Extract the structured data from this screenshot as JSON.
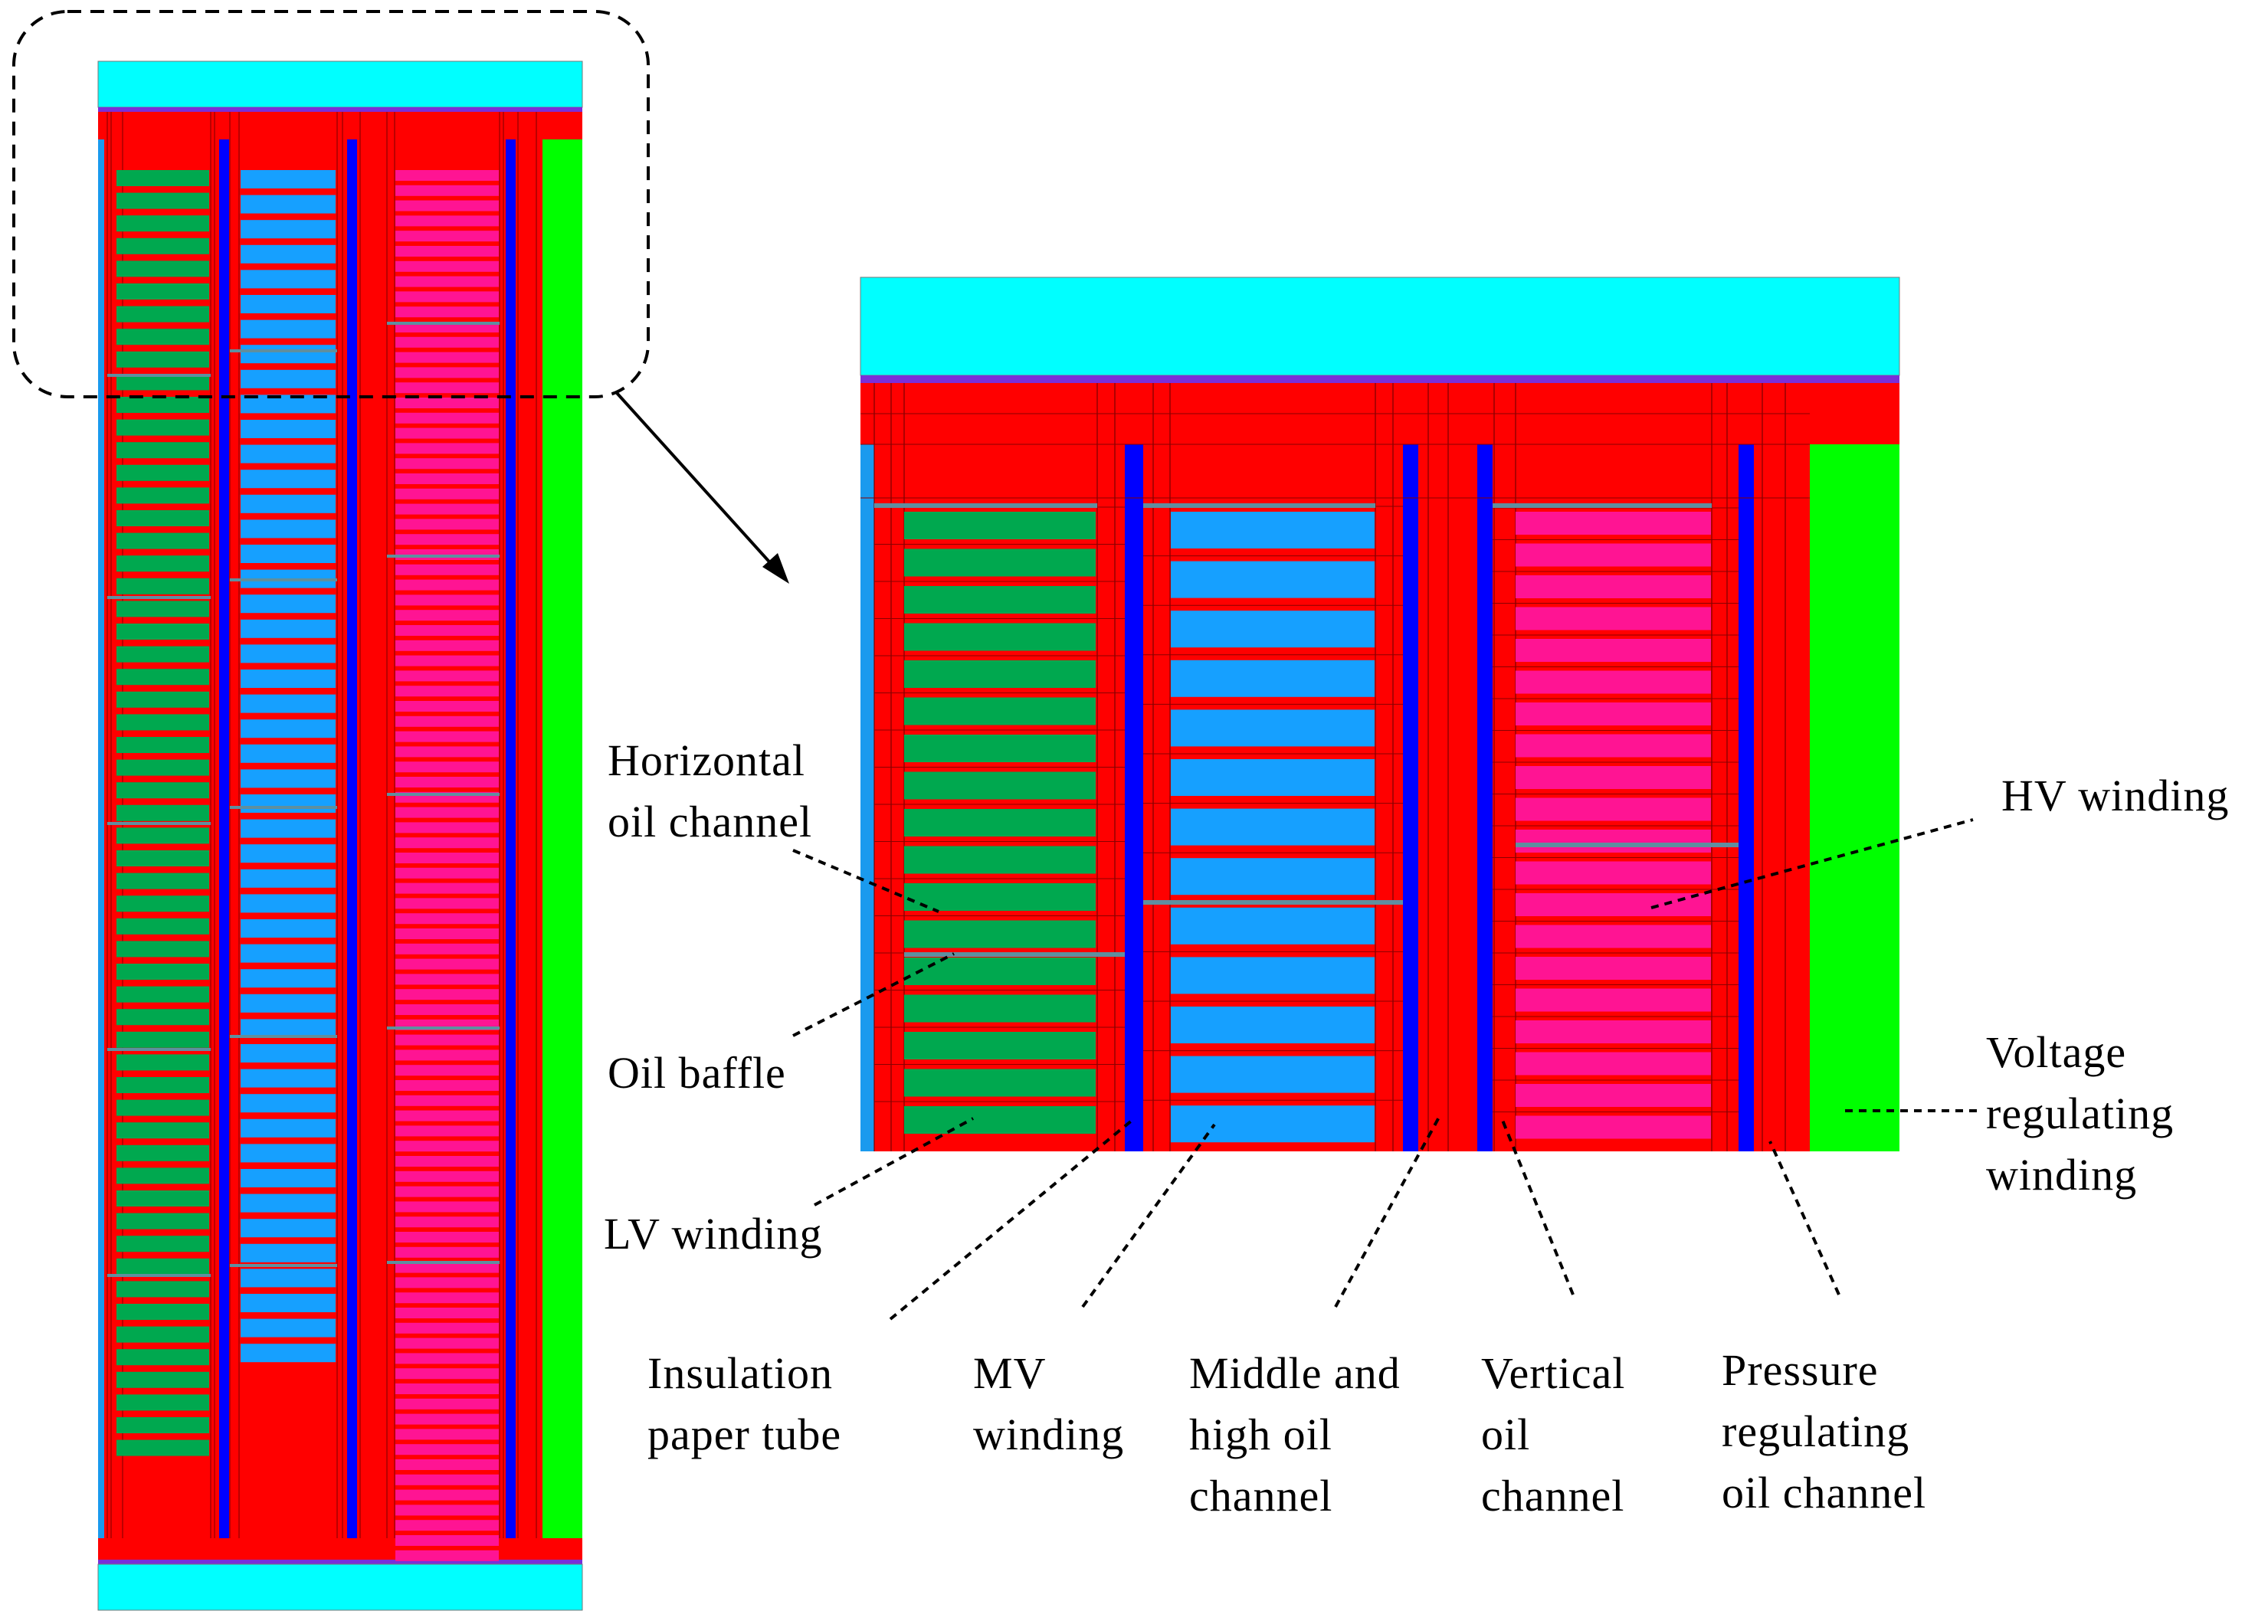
{
  "colors": {
    "oil": "#ff0000",
    "paper_tube": "#0000ff",
    "lv": "#00a84f",
    "mv": "#16a0ff",
    "hv": "#ff1493",
    "regulating": "#00ff00",
    "yoke": "#00ffff",
    "core": "#1a9aee",
    "plate": "#7a2fd8",
    "baffle": "#5f8f9f"
  },
  "labels": {
    "horizontal_oil_channel": [
      "Horizontal",
      "oil channel"
    ],
    "oil_baffle": [
      "Oil baffle"
    ],
    "lv_winding": [
      "LV winding"
    ],
    "insulation_paper_tube": [
      "Insulation",
      "paper tube"
    ],
    "mv_winding": [
      "MV",
      "winding"
    ],
    "middle_high_oil_channel": [
      "Middle and",
      "high oil",
      "channel"
    ],
    "vertical_oil_channel": [
      "Vertical",
      "oil",
      "channel"
    ],
    "pressure_regulating_oil_channel": [
      "Pressure",
      "regulating",
      "oil channel"
    ],
    "hv_winding": [
      "HV winding"
    ],
    "voltage_regulating_winding": [
      "Voltage",
      "regulating",
      "winding"
    ]
  }
}
